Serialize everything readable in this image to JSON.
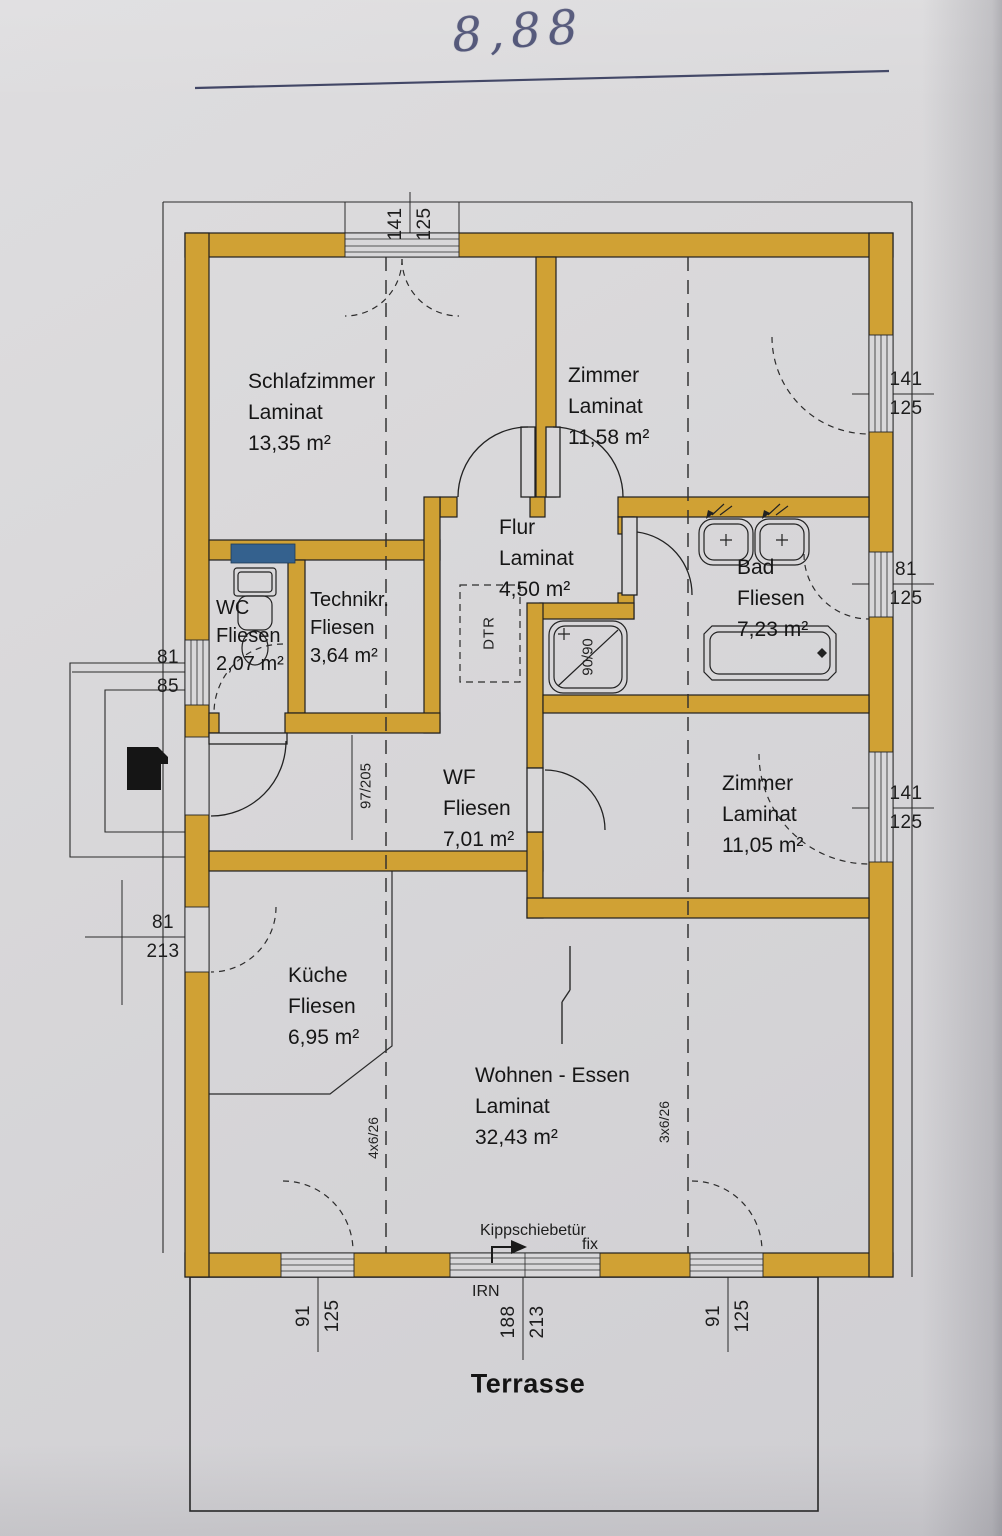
{
  "handwritten_note": "8,88",
  "rooms": [
    {
      "name": "Schlafzimmer",
      "floor": "Laminat",
      "area": "13,35 m²"
    },
    {
      "name": "Zimmer",
      "floor": "Laminat",
      "area": "11,58 m²"
    },
    {
      "name": "Flur",
      "floor": "Laminat",
      "area": "4,50 m²"
    },
    {
      "name": "Bad",
      "floor": "Fliesen",
      "area": "7,23 m²"
    },
    {
      "name": "WC",
      "floor": "Fliesen",
      "area": "2,07 m²"
    },
    {
      "name": "Technikr.",
      "floor": "Fliesen",
      "area": "3,64 m²"
    },
    {
      "name": "WF",
      "floor": "Fliesen",
      "area": "7,01 m²"
    },
    {
      "name": "Zimmer",
      "floor": "Laminat",
      "area": "11,05 m²"
    },
    {
      "name": "Küche",
      "floor": "Fliesen",
      "area": "6,95 m²"
    },
    {
      "name": "Wohnen - Essen",
      "floor": "Laminat",
      "area": "32,43 m²"
    }
  ],
  "outdoor": {
    "terrasse": "Terrasse"
  },
  "dims": {
    "top_window": {
      "w": "141",
      "h": "125"
    },
    "right_window_top": {
      "w": "141",
      "h": "125"
    },
    "right_window_bad": {
      "w": "81",
      "h": "125"
    },
    "right_window_room": {
      "w": "141",
      "h": "125"
    },
    "left_window_wc": {
      "w": "81",
      "h": "85"
    },
    "left_door_kueche": {
      "w": "81",
      "h": "213"
    },
    "bottom_window_left": {
      "w": "91",
      "h": "125"
    },
    "bottom_sliding_door": {
      "w": "188",
      "h": "213"
    },
    "bottom_window_right": {
      "w": "91",
      "h": "125"
    },
    "entry_door": "97/205",
    "shower": "90/90"
  },
  "annotations": {
    "dtr": "DTR",
    "irn": "IRN",
    "fix": "fix",
    "kippschiebetuer": "Kippschiebetür",
    "beam_left": "4x6/26",
    "beam_right": "3x6/26"
  },
  "colors": {
    "wall": "#d0a134",
    "paper": "#d7d6d8",
    "line": "#2a2a2a",
    "marker_blue": "#34618e",
    "ink": "#4a4e72"
  }
}
